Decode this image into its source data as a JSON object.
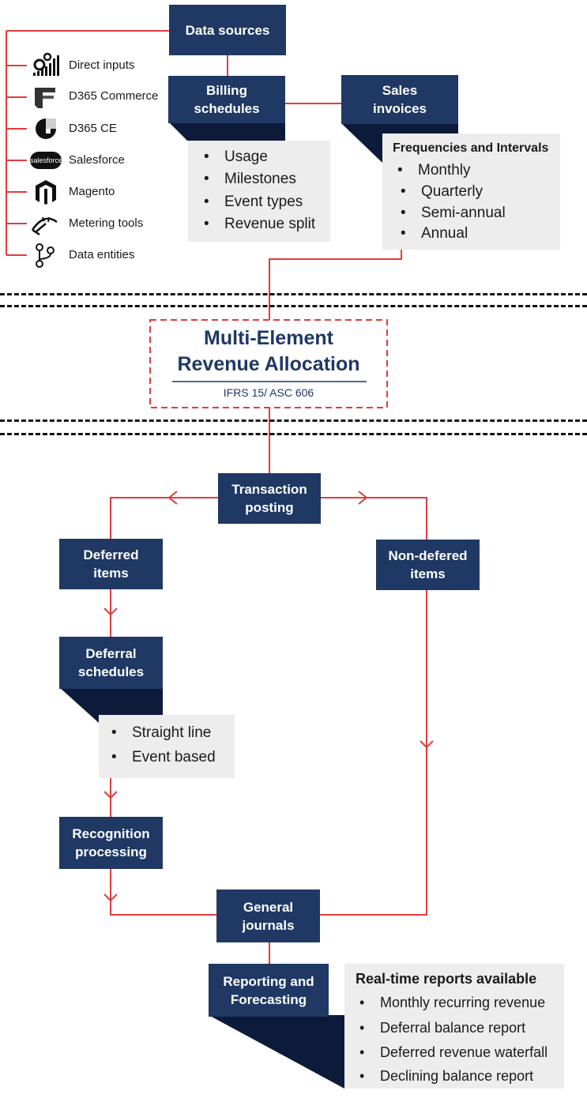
{
  "data_sources": {
    "title": "Data sources",
    "items": [
      {
        "label": "Direct inputs",
        "icon": "gears-chart-icon"
      },
      {
        "label": "D365 Commerce",
        "icon": "d365-commerce-logo-icon"
      },
      {
        "label": "D365 CE",
        "icon": "d365-ce-logo-icon"
      },
      {
        "label": "Salesforce",
        "icon": "salesforce-logo-icon",
        "icon_text": "salesforce"
      },
      {
        "label": "Magento",
        "icon": "magento-logo-icon"
      },
      {
        "label": "Metering tools",
        "icon": "gauge-icon"
      },
      {
        "label": "Data entities",
        "icon": "branch-icon"
      }
    ]
  },
  "billing_schedules": {
    "title": "Billing\nschedules",
    "items": [
      "Usage",
      "Milestones",
      "Event types",
      "Revenue split"
    ]
  },
  "sales_invoices": {
    "title": "Sales\ninvoices",
    "frequencies_title": "Frequencies and Intervals",
    "items": [
      "Monthly",
      "Quarterly",
      "Semi-annual",
      "Annual"
    ]
  },
  "allocation": {
    "title_line1": "Multi-Element",
    "title_line2": "Revenue Allocation",
    "subtitle": "IFRS 15/ ASC 606"
  },
  "transaction_posting": "Transaction\nposting",
  "deferred_items": "Deferred\nitems",
  "non_deferred_items": "Non-defered\nitems",
  "deferral_schedules": {
    "title": "Deferral\nschedules",
    "items": [
      "Straight line",
      "Event based"
    ]
  },
  "recognition_processing": "Recognition\nprocessing",
  "general_journals": "General\njournals",
  "reporting": {
    "title": "Reporting and\nForecasting",
    "reports_title": "Real-time reports available",
    "items": [
      "Monthly recurring revenue",
      "Deferral balance report",
      "Deferred revenue waterfall",
      "Declining balance report"
    ]
  },
  "colors": {
    "navy": "#1f3864",
    "connector": "#e03c3c",
    "panel": "#ededed",
    "dark_shadow": "#0d1b3a"
  }
}
